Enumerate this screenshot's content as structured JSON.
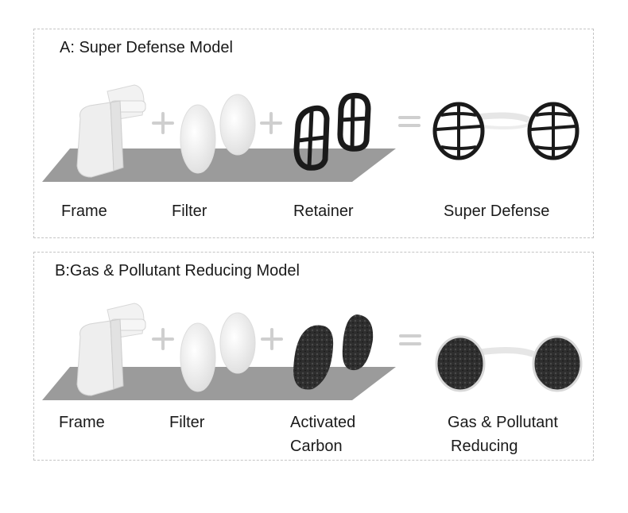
{
  "panels": [
    {
      "title": "A: Super Defense Model",
      "labels": {
        "frame": "Frame",
        "filter": "Filter",
        "retainer": "Retainer",
        "result": "Super Defense"
      }
    },
    {
      "title": "B:Gas & Pollutant Reducing Model",
      "labels": {
        "frame": "Frame",
        "filter": "Filter",
        "carbon_1": "Activated",
        "carbon_2": "Carbon",
        "result_1": "Gas & Pollutant",
        "result_2": "Reducing"
      }
    }
  ],
  "colors": {
    "platform": "#9b9b9b",
    "operator": "#cfcfcf",
    "border": "#c4c4c4",
    "retainer": "#1a1a1a",
    "carbon": "#3a3a3a"
  },
  "icons": [
    "frame-icon",
    "filter-pad-icon",
    "retainer-icon",
    "carbon-pad-icon",
    "nose-filter-assembled-icon",
    "plus-icon",
    "equals-icon"
  ]
}
